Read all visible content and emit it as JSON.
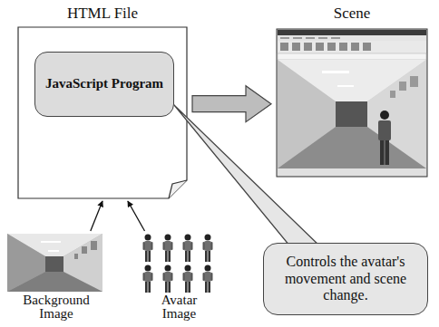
{
  "diagram": {
    "nodes": [
      {
        "text": [
          "HTML File"
        ]
      },
      {
        "text": [
          "JavaScript Program"
        ],
        "in": 0
      },
      {
        "text": [
          "Scene"
        ]
      },
      {
        "text": [
          "Background Image"
        ]
      },
      {
        "text": [
          "Avatar Image"
        ]
      },
      {
        "text": [
          "Controls the avatar's movement and scene change."
        ]
      }
    ],
    "edges": [
      {
        "from": 3,
        "to": 0,
        "arrow": "to"
      },
      {
        "from": 4,
        "to": 0,
        "arrow": "to"
      },
      {
        "from": 0,
        "to": 2,
        "arrow": "to"
      },
      {
        "from": 5,
        "to": 1,
        "arrow": "none"
      }
    ]
  }
}
